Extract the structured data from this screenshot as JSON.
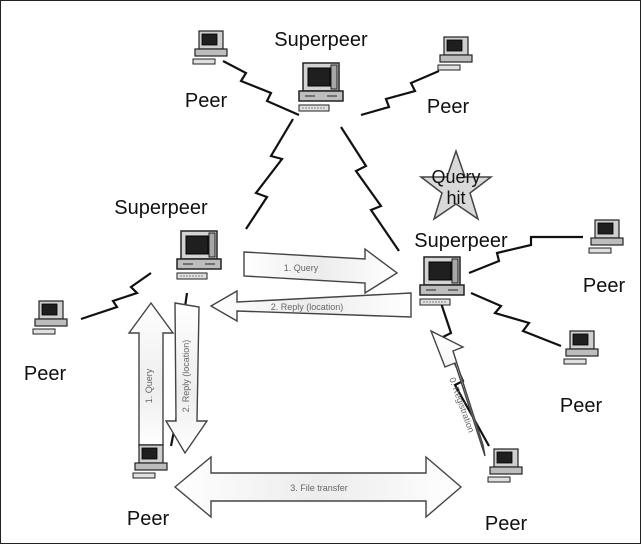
{
  "diagram": {
    "superpeer_label": "Superpeer",
    "peer_label": "Peer",
    "query_hit": {
      "line1": "Query",
      "line2": "hit"
    },
    "arrows": {
      "query_1": "1. Query",
      "reply_2": "2. Reply (location)",
      "registration_0": "0. Registration",
      "file_transfer_3": "3. File transfer"
    }
  },
  "colors": {
    "line": "#111111",
    "arrow_fill": "#f3f3f3",
    "arrow_stroke": "#444444",
    "star_fill": "#d9d9d9",
    "computer_fill": "#d0d0d0"
  }
}
